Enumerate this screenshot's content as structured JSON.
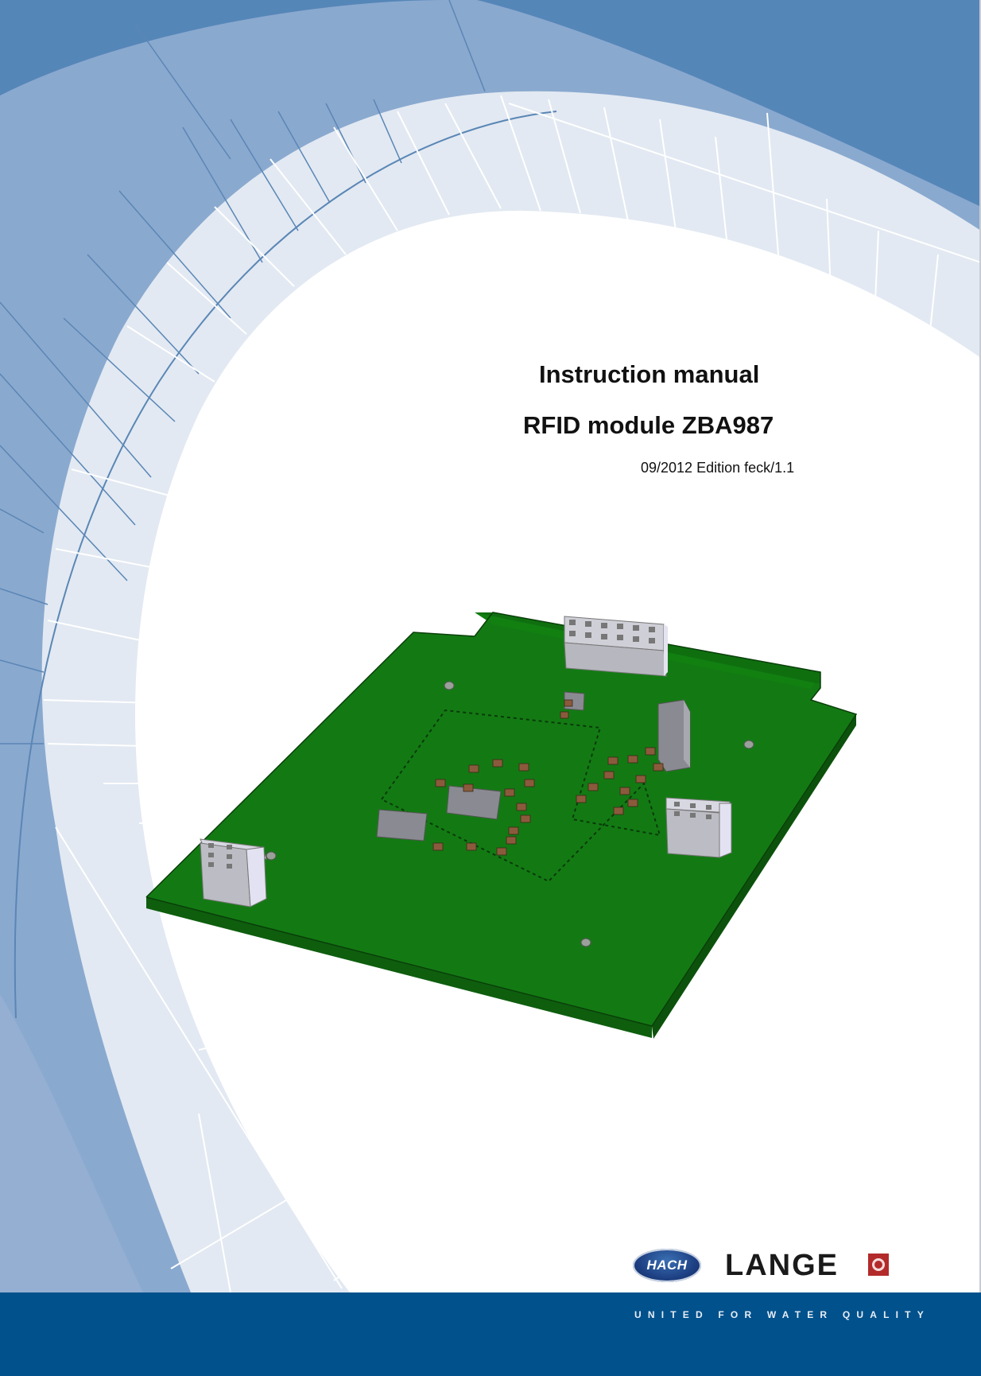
{
  "document": {
    "type": "cover-page",
    "title": "Instruction manual",
    "subtitle": "RFID module ZBA987",
    "edition": "09/2012 Edition feck/1.1"
  },
  "illustration": {
    "subject": "pcb-board-3d-render",
    "board_color": "#137a13"
  },
  "branding": {
    "logo_left": "HACH",
    "logo_right": "LANGE",
    "tagline": "UNITED FOR WATER QUALITY",
    "footer_color": "#00518c",
    "accent_red": "#b32a2a"
  },
  "colors": {
    "dark_blue": "#5586b8",
    "mid_blue": "#8aa9cf",
    "light_blue": "#e2e9f2"
  }
}
